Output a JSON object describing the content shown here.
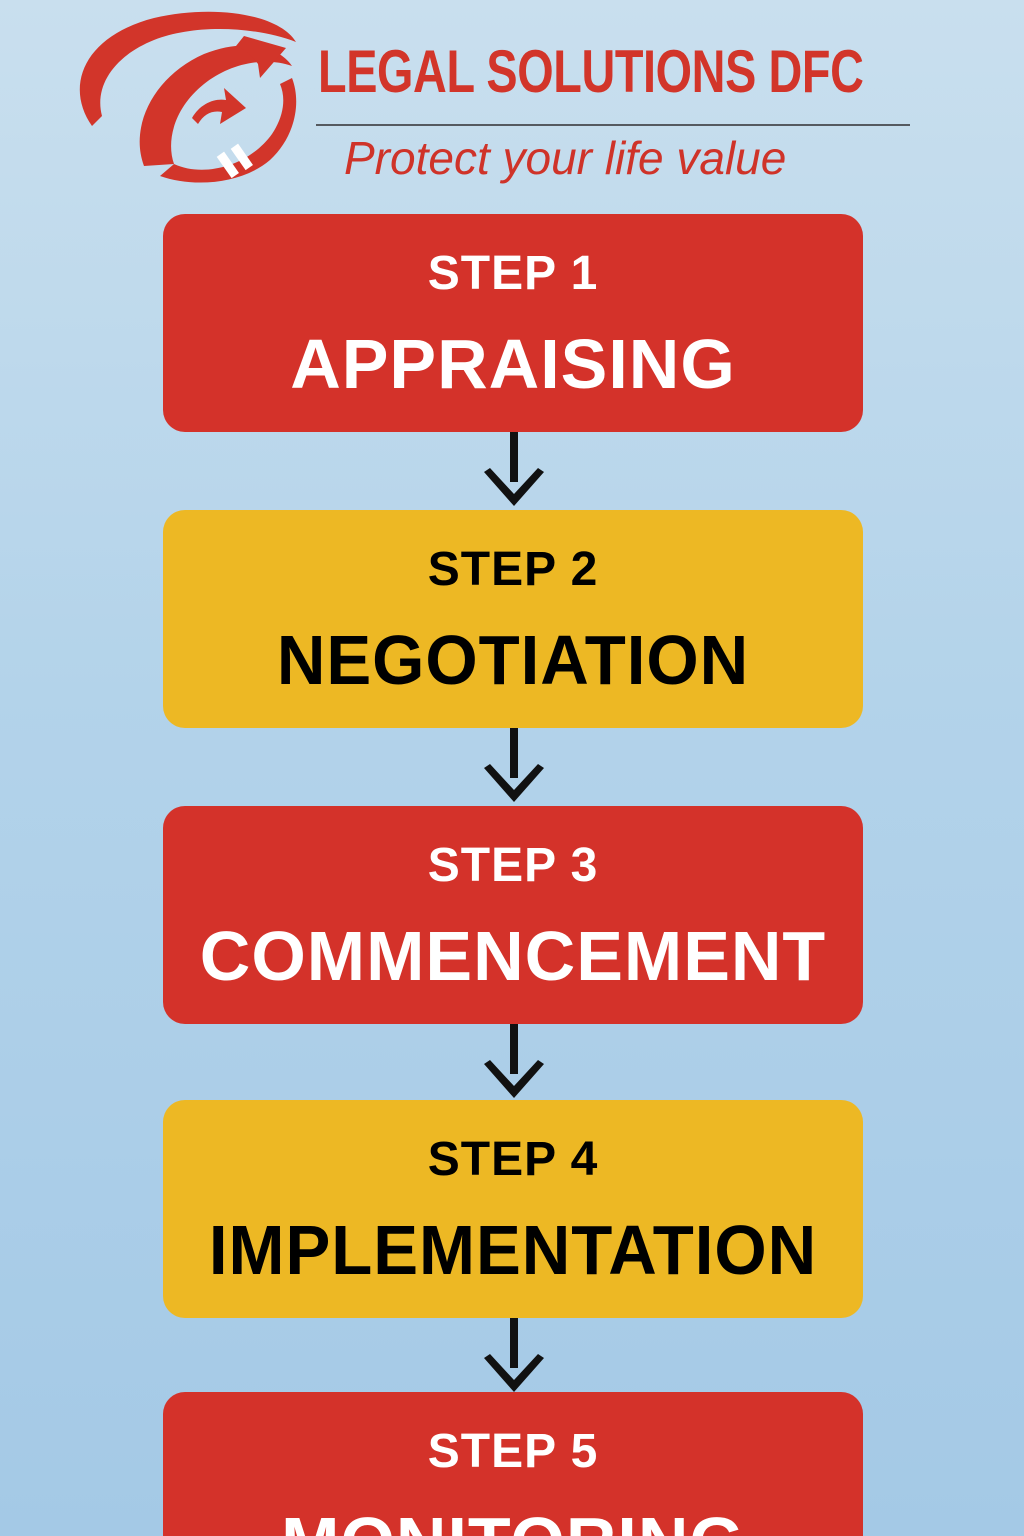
{
  "brand": {
    "name": "LEGAL SOLUTIONS DFC",
    "tagline": "Protect your life value",
    "logo_icon": "circular-arrow-logo-icon",
    "colors": {
      "brand_red": "#d2352a",
      "step_red": "#d4322a",
      "step_yellow": "#edb824",
      "background": "#b3d3ea"
    }
  },
  "steps": [
    {
      "number": "STEP 1",
      "title": "APPRAISING",
      "style": "red"
    },
    {
      "number": "STEP 2",
      "title": "NEGOTIATION",
      "style": "yellow"
    },
    {
      "number": "STEP 3",
      "title": "COMMENCEMENT",
      "style": "red"
    },
    {
      "number": "STEP 4",
      "title": "IMPLEMENTATION",
      "style": "yellow"
    },
    {
      "number": "STEP 5",
      "title": "MONITORING",
      "style": "red"
    }
  ]
}
